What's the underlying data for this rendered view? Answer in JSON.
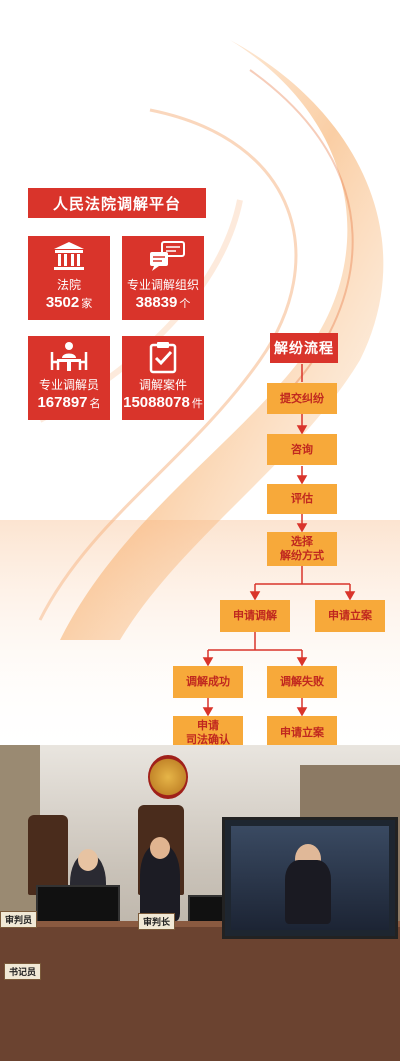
{
  "platform": {
    "title": "人民法院调解平台",
    "stats": [
      {
        "label": "法院",
        "value": "3502",
        "unit": "家",
        "icon": "courthouse-icon"
      },
      {
        "label": "专业调解组织",
        "value": "38839",
        "unit": "个",
        "icon": "chat-bubbles-icon"
      },
      {
        "label": "专业调解员",
        "value": "167897",
        "unit": "名",
        "icon": "mediator-meeting-icon"
      },
      {
        "label": "调解案件",
        "value": "15088078",
        "unit": "件",
        "icon": "clipboard-check-icon"
      }
    ]
  },
  "flow": {
    "title": "解纷流程",
    "steps": [
      "提交纠纷",
      "咨询",
      "评估",
      "选择\n解纷方式"
    ],
    "branch1": [
      "申请调解",
      "申请立案"
    ],
    "branch2": [
      "调解成功",
      "调解失败"
    ],
    "branch3": [
      "申请\n司法确认",
      "申请立案"
    ]
  },
  "photo": {
    "nameplates": [
      "审判员",
      "审判长",
      "书记员"
    ]
  },
  "colors": {
    "red": "#d9342b",
    "orange": "#f7a93a",
    "node_text": "#c0281f"
  }
}
